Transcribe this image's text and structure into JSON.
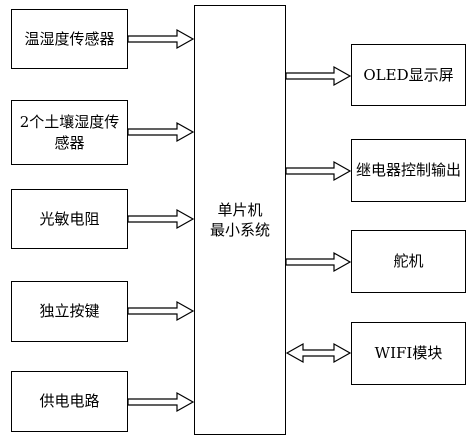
{
  "inputs": [
    {
      "label": "温湿度传感器"
    },
    {
      "label": "2个土壤湿度传感器"
    },
    {
      "label": "光敏电阻"
    },
    {
      "label": "独立按键"
    },
    {
      "label": "供电电路"
    }
  ],
  "mcu": {
    "line1": "单片机",
    "line2": "最小系统"
  },
  "outputs": [
    {
      "label": "OLED显示屏"
    },
    {
      "label": "继电器控制输出"
    },
    {
      "label": "舵机"
    },
    {
      "label": "WIFI模块"
    }
  ]
}
